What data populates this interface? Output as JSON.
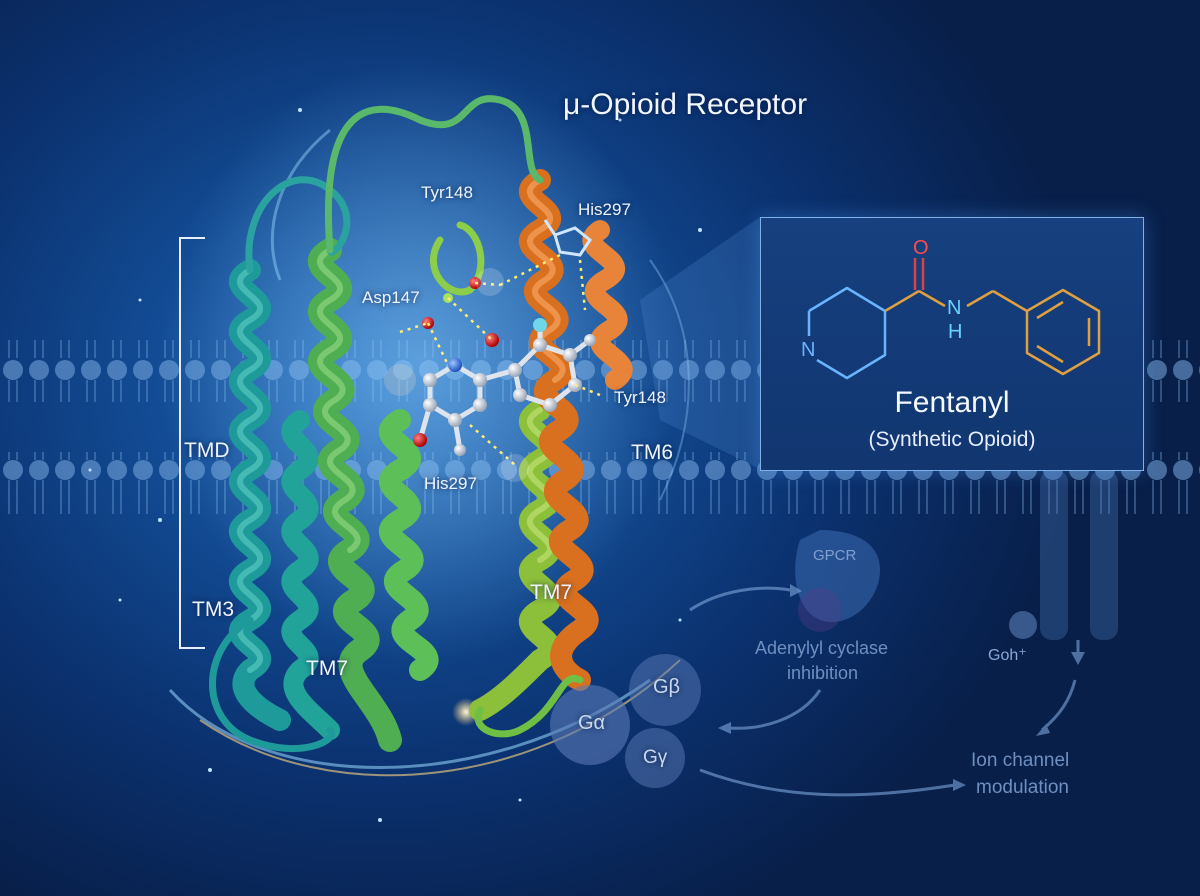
{
  "title": "μ-Opioid Receptor",
  "inset": {
    "compound_name": "Fentanyl",
    "compound_class": "(Synthetic Opioid)",
    "atom_o": "O",
    "atom_n_ring": "N",
    "atom_n_amide": "N",
    "atom_h_amide": "H"
  },
  "residues": {
    "tyr148_top": "Tyr148",
    "his297_top": "His297",
    "asp147": "Asp147",
    "tyr148_right": "Tyr148",
    "his297_lower": "His297"
  },
  "domains": {
    "tmd": "TMD",
    "tm3": "TM3",
    "tm7_left": "TM7",
    "tm7_center": "TM7",
    "tm6": "TM6"
  },
  "signaling": {
    "gpcr": "GPCR",
    "adenylyl_cyclase": [
      "Adenylyl cyclase",
      "inhibition"
    ],
    "g_alpha": "Gα",
    "g_beta": "Gβ",
    "g_gamma": "Gγ",
    "goh": "Goh⁺",
    "ion_channel": [
      "Ion channel",
      "modulation"
    ]
  },
  "colors": {
    "helix_teal": "#1f9a9a",
    "helix_green": "#5fbf5a",
    "helix_orange": "#e07a2e",
    "membrane": "#6a9ad6",
    "inset_border": "#7fb0e8",
    "oxygen": "#e03030",
    "nitrogen_ring": "#5aa8ff",
    "amide_nh": "#5ec8ff",
    "benzyl": "#e0a040"
  }
}
